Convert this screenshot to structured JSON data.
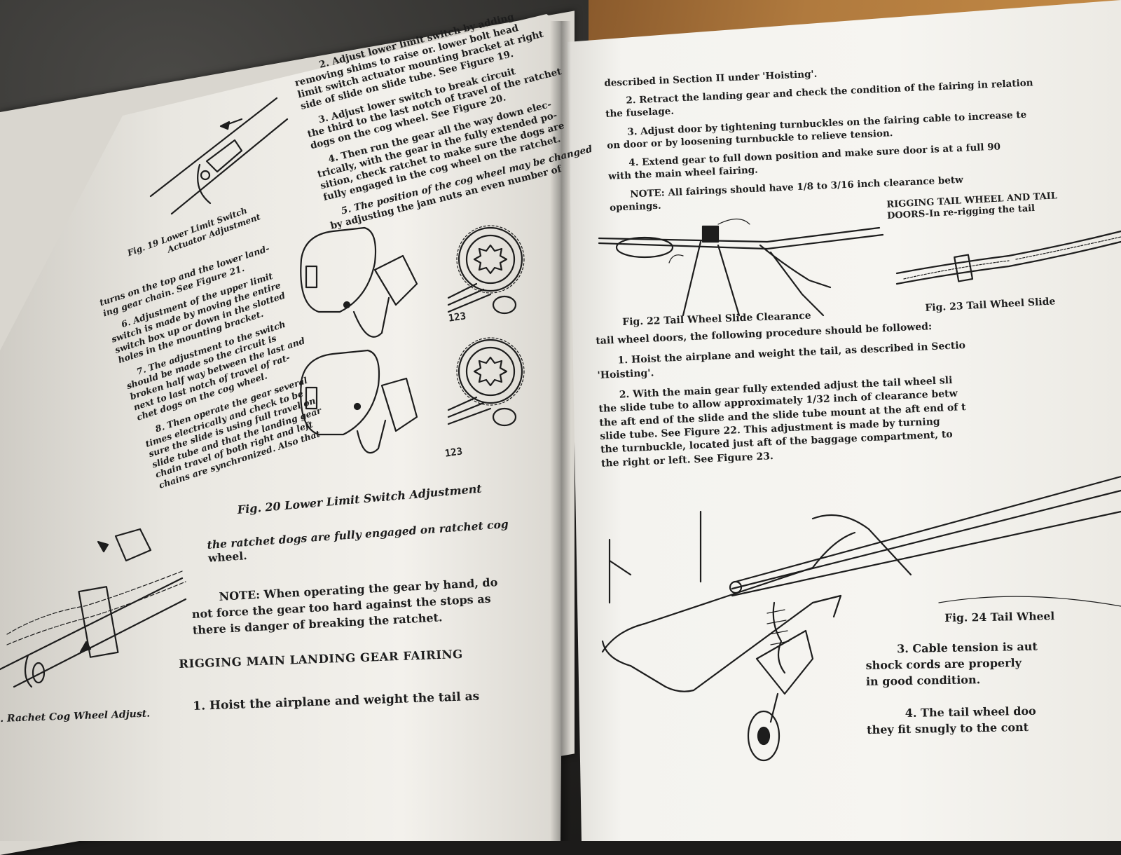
{
  "left_page": {
    "right_col_paras": [
      [
        "2. Adjust lower limit switch by adding",
        "removing shims to raise or. lower bolt head",
        "limit switch actuator mounting bracket at right",
        "side of slide on slide tube. See Figure 19."
      ],
      [
        "3. Adjust lower switch to break circuit",
        "the third to the last notch of travel of the ratchet",
        "dogs on the cog wheel. See Figure 20."
      ],
      [
        "4. Then run the gear all the way down elec-",
        "trically, with the gear in the fully extended po-",
        "sition, check ratchet to make sure the dogs are",
        "fully engaged in the cog wheel on the ratchet."
      ],
      [
        "5. The position of the cog wheel may be changed",
        "by adjusting the jam nuts an even number of"
      ]
    ],
    "fig19_caption": [
      "Fig. 19 Lower Limit Switch",
      "Actuator Adjustment"
    ],
    "left_col_paras": [
      [
        "turns on the top and the lower land-",
        "ing gear chain. See Figure 21."
      ],
      [
        "6. Adjustment of the upper limit",
        "switch is made by moving the entire",
        "switch box up or down in the slotted",
        "holes in the mounting bracket."
      ],
      [
        "7. The adjustment to the switch",
        "should be made so the circuit is",
        "broken half way between the last and",
        "next to last notch of travel of rat-",
        "chet dogs on the cog wheel."
      ],
      [
        "8. Then operate the gear several",
        "times electrically and check to be",
        "sure the slide is using full travel on",
        "slide tube and that the landing gear",
        "chain travel of both right and left",
        "chains are synchronized. Also that"
      ]
    ],
    "label_123_a": "123",
    "label_123_b": "123",
    "fig20_caption": "Fig. 20 Lower Limit Switch Adjustment",
    "continuation": [
      "the ratchet dogs are fully engaged on ratchet cog",
      "wheel."
    ],
    "note": [
      "NOTE: When operating the gear by hand, do",
      "not force the gear too hard against the stops as",
      "there is danger of breaking the ratchet."
    ],
    "heading": "RIGGING MAIN LANDING GEAR FAIRING",
    "step1": "1. Hoist the airplane and weight the tail as",
    "fig21_caption": ". Rachet Cog Wheel Adjust."
  },
  "right_page": {
    "lines_top": [
      "described in Section II under 'Hoisting'.",
      "2. Retract the landing gear and check the condition of the fairing in relation",
      "the fuselage.",
      "3. Adjust door by tightening turnbuckles on the fairing cable to increase te",
      "on door or by loosening turnbuckle to relieve tension.",
      "4. Extend gear to full down position and make sure door is at a full 90",
      "with the main wheel fairing.",
      "NOTE: All fairings should have 1/8 to 3/16 inch clearance betw",
      "openings."
    ],
    "heading_tail": [
      "RIGGING TAIL WHEEL AND TAIL",
      "DOORS-In re-rigging the tail"
    ],
    "fig22_caption": "Fig. 22 Tail Wheel Slide Clearance",
    "fig23_caption": "Fig. 23 Tail Wheel Slide",
    "lines_mid": [
      "tail wheel doors, the following procedure should be followed:",
      "1. Hoist the airplane and weight the tail, as described in Sectio",
      "'Hoisting'.",
      "2. With the main gear fully extended adjust the tail wheel sli",
      "the slide tube to allow approximately 1/32 inch of clearance betw",
      "the aft end of the slide and the slide tube mount at the aft end of t",
      "slide tube. See Figure 22. This adjustment is made by turning",
      "the turnbuckle, located just aft of the baggage compartment, to",
      "the right or left. See Figure 23."
    ],
    "fig24_caption": "Fig. 24 Tail Wheel",
    "lines_bottom": [
      "3. Cable tension is aut",
      "shock cords are properly",
      "in good condition.",
      "4. The tail wheel doo",
      "they fit snugly to the cont"
    ]
  }
}
